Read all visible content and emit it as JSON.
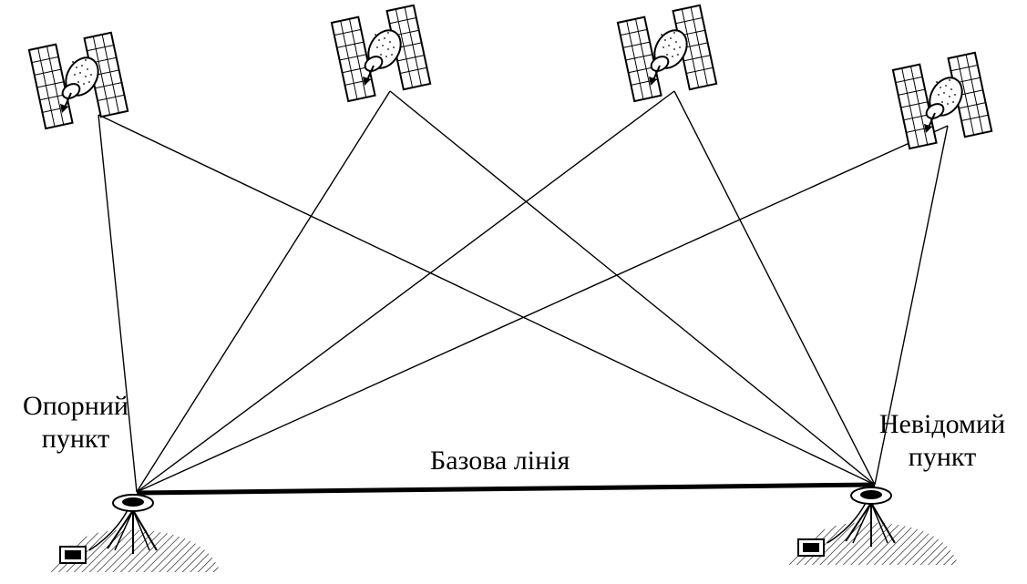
{
  "labels": {
    "reference_point": [
      "Опорний",
      "пункт"
    ],
    "unknown_point": [
      "Невідомий",
      "пункт"
    ],
    "baseline": "Базова лінія"
  },
  "colors": {
    "line": "#000000",
    "background": "#ffffff"
  },
  "icons": {
    "satellite": "satellite-icon",
    "receiver": "gnss-receiver-icon",
    "tripod": "tripod-icon",
    "ground": "ground-hatch"
  }
}
